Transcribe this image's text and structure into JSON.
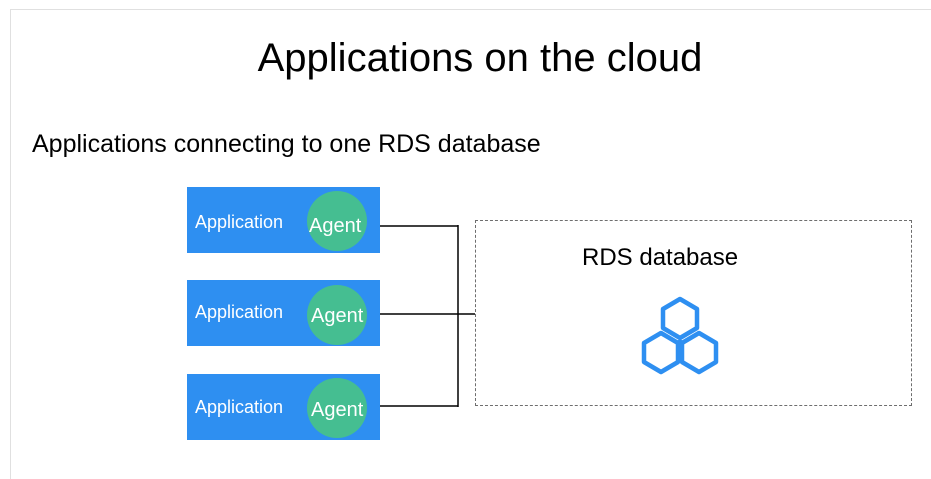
{
  "title": "Applications on the cloud",
  "subtitle": "Applications connecting to one RDS database",
  "applications": [
    {
      "label": "Application",
      "agent": "Agent"
    },
    {
      "label": "Application",
      "agent": "Agent"
    },
    {
      "label": "Application",
      "agent": "Agent"
    }
  ],
  "database": {
    "label": "RDS database",
    "icon": "database-hexagon-icon"
  },
  "colors": {
    "application_fill": "#2e8ff1",
    "agent_fill": "#45be91",
    "icon_stroke": "#2e8ff1",
    "dashed_border": "#6e6e6e",
    "connector": "#000000"
  }
}
